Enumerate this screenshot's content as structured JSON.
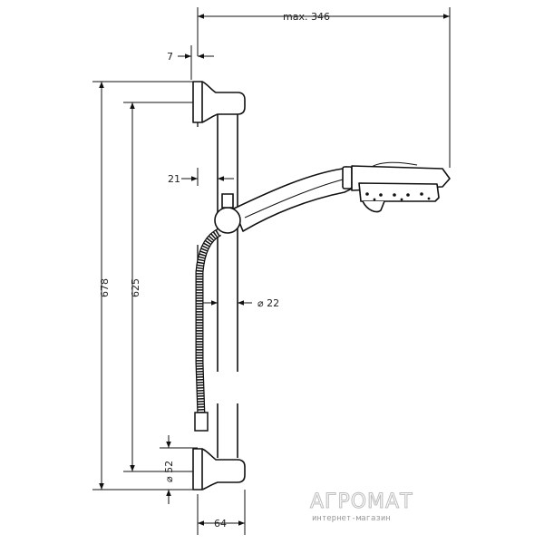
{
  "dimensions": {
    "max_reach": "max. 346",
    "wall_offset": "7",
    "holder_offset": "21",
    "bar_diameter": "⌀ 22",
    "total_height": "678",
    "bracket_spacing": "625",
    "bracket_diameter": "⌀ 52",
    "bracket_depth": "64"
  },
  "watermark": {
    "brand": "АГРОМАТ",
    "tagline": "интернет-магазин"
  }
}
